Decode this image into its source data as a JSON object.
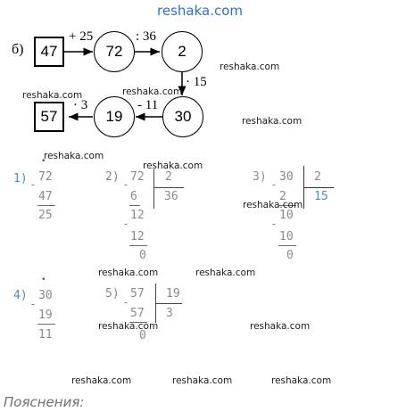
{
  "watermark": {
    "site": "reshaka.com"
  },
  "part_label": "б)",
  "chain": {
    "start": "47",
    "step1": {
      "op": "+ 25",
      "result": "72"
    },
    "step2": {
      "op": ": 36",
      "result": "2"
    },
    "step3": {
      "op": "· 15",
      "result": "30"
    },
    "step4": {
      "op": "- 11",
      "result": "19"
    },
    "step5": {
      "op": "· 3",
      "result": "57"
    }
  },
  "calc1": {
    "label": "1)",
    "dot": "•",
    "a": "72",
    "minus": "-",
    "b": "47",
    "res": "25"
  },
  "calc2": {
    "label": "2)",
    "dividend": "72",
    "divisor": "2",
    "quotient": "36",
    "sub1_minus": "-",
    "sub1": "6",
    "rem1_minus": "-",
    "rem1": "12",
    "sub2": "12",
    "rem2": "0"
  },
  "calc3": {
    "label": "3)",
    "dividend": "30",
    "divisor": "2",
    "quotient": "15",
    "sub1_minus": "-",
    "sub1": "2",
    "rem1_minus": "-",
    "rem1": "10",
    "sub2": "10",
    "rem2": "0"
  },
  "calc4": {
    "label": "4)",
    "dot": "•",
    "a": "30",
    "minus": "-",
    "b": "19",
    "res": "11"
  },
  "calc5": {
    "label": "5)",
    "minus": "-",
    "dividend": "57",
    "divisor": "19",
    "sub": "57",
    "quotient": "3",
    "rem": "0"
  },
  "footer_title": "Пояснения:"
}
